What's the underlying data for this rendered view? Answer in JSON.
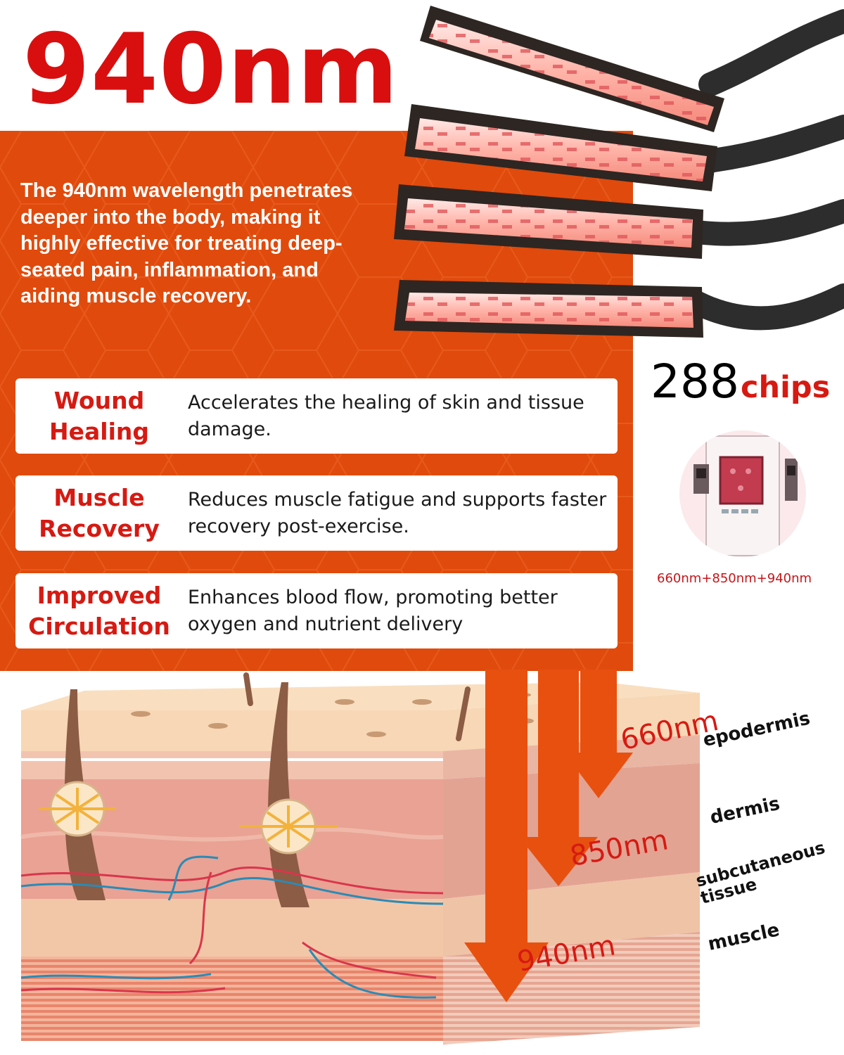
{
  "headline": "940nm",
  "intro": "The 940nm wavelength penetrates deeper into the body, making it highly effective for treating deep-seated pain, inflammation, and aiding muscle recovery.",
  "benefits": [
    {
      "title": "Wound\nHealing",
      "description": "Accelerates the healing of skin and tissue damage."
    },
    {
      "title": "Muscle\nRecovery",
      "description": "Reduces muscle fatigue and supports faster recovery post-exercise."
    },
    {
      "title": "Improved\nCirculation",
      "description": "Enhances blood flow, promoting better oxygen and nutrient delivery"
    }
  ],
  "chips": {
    "count": "288",
    "unit": "chips"
  },
  "wavelength_combo": "660nm+850nm+940nm",
  "penetration": {
    "wavelengths": [
      "660nm",
      "850nm",
      "940nm"
    ],
    "layers": [
      "epodermis",
      "dermis",
      "subcutaneous\ntissue",
      "muscle"
    ]
  },
  "colors": {
    "brand_orange": "#e04a0c",
    "accent_red": "#d61a12",
    "headline_red": "#d90f0f",
    "arrow_orange": "#e8500f"
  }
}
